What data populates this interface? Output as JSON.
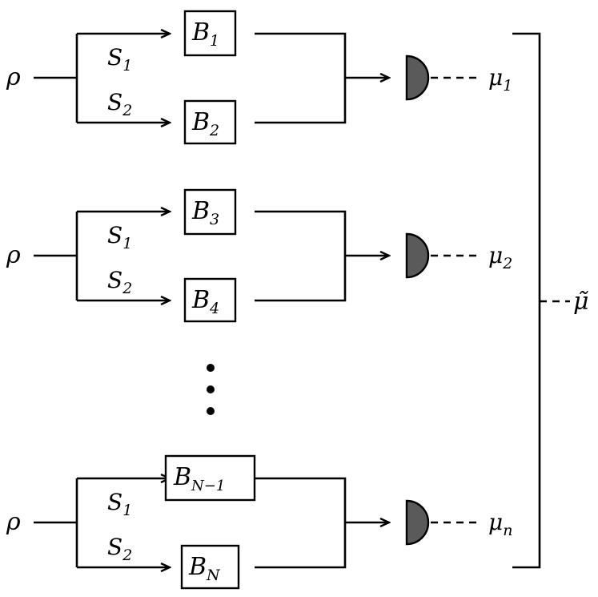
{
  "input_label": "ρ",
  "branch_labels": {
    "upper": "S",
    "upper_sub": "1",
    "lower": "S",
    "lower_sub": "2"
  },
  "boxes": [
    {
      "main": "B",
      "sub": "1"
    },
    {
      "main": "B",
      "sub": "2"
    },
    {
      "main": "B",
      "sub": "3"
    },
    {
      "main": "B",
      "sub": "4"
    },
    {
      "main": "B",
      "sub": "N−1"
    },
    {
      "main": "B",
      "sub": "N"
    }
  ],
  "outputs": [
    {
      "main": "μ",
      "sub": "1"
    },
    {
      "main": "μ",
      "sub": "2"
    },
    {
      "main": "μ",
      "sub": "n"
    }
  ],
  "final_output": "μ̃",
  "ellipsis": "⋮"
}
